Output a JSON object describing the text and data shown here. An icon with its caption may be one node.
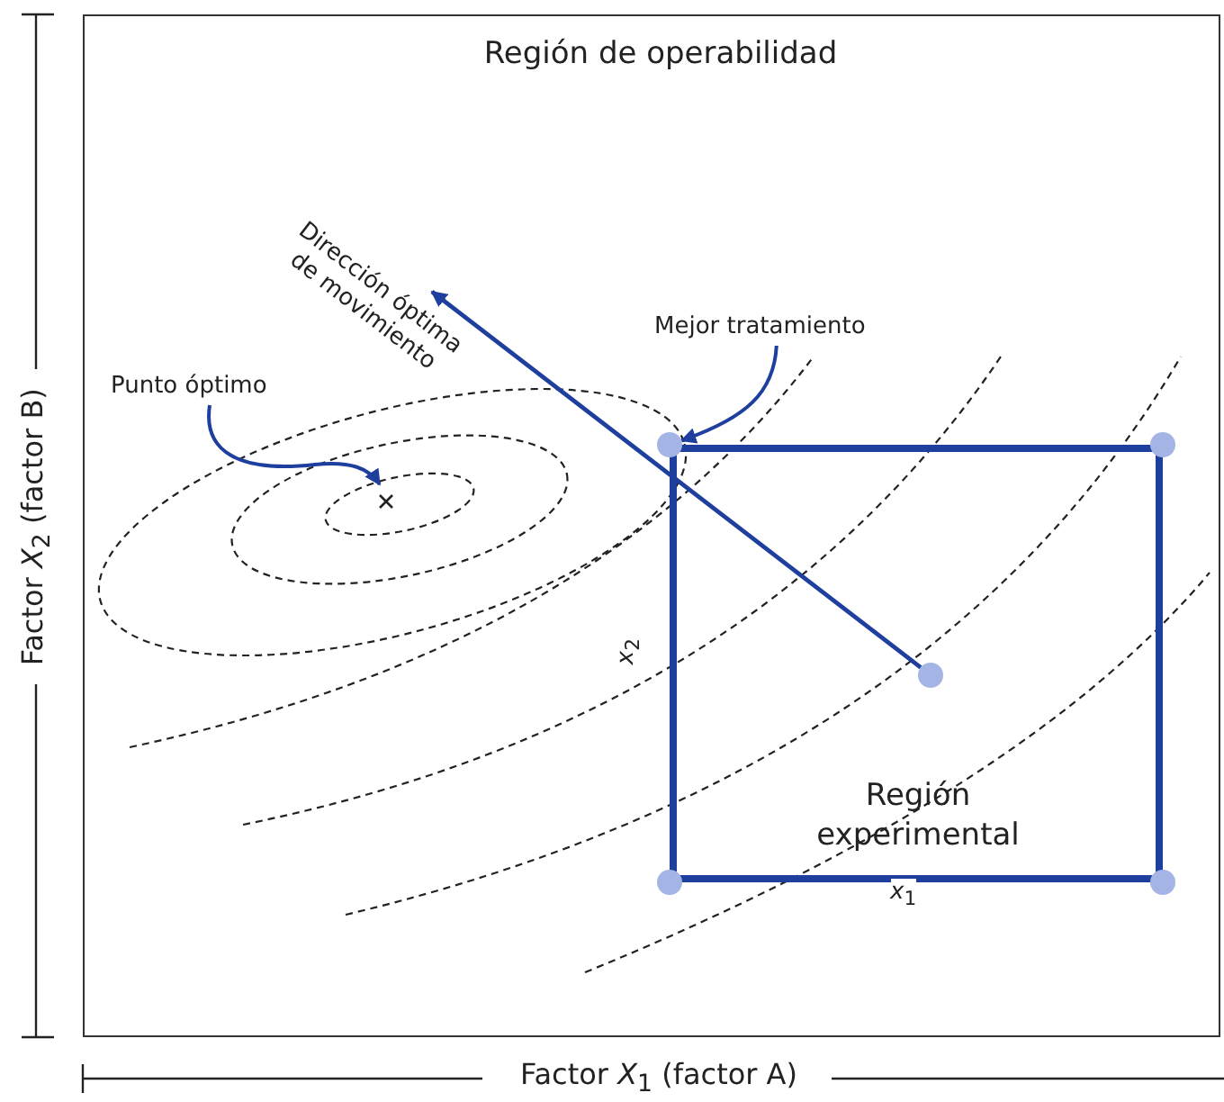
{
  "diagram": {
    "nodes": [
      {
        "text": [
          "Región de operabilidad"
        ]
      },
      {
        "text": [
          "Región experimental"
        ],
        "in": 0
      },
      {
        "text": [
          "Punto óptimo"
        ],
        "in": 0
      },
      {
        "text": [],
        "shape": "cross",
        "in": 0
      },
      {
        "text": [
          "Mejor tratamiento"
        ],
        "in": 0
      },
      {
        "text": [],
        "shape": "circle",
        "in": 0
      },
      {
        "text": [],
        "shape": "circle",
        "in": 0
      },
      {
        "text": [],
        "shape": "circle",
        "in": 1
      },
      {
        "text": [],
        "shape": "circle",
        "in": 0
      },
      {
        "text": [],
        "shape": "circle",
        "in": 0
      }
    ],
    "edges": [
      {
        "from": 2,
        "to": 3,
        "arrow": "to"
      },
      {
        "from": 4,
        "to": 5,
        "arrow": "to"
      },
      {
        "from": 7,
        "to": null,
        "arrow": "to",
        "label": "Dirección óptima de movimiento"
      }
    ],
    "labels": [
      "*x*$_{2}$",
      "*x*$_{1}$",
      "Factor *X*$_{2}$ (factor B)",
      "Factor *X*$_{1}$ (factor A)"
    ]
  }
}
